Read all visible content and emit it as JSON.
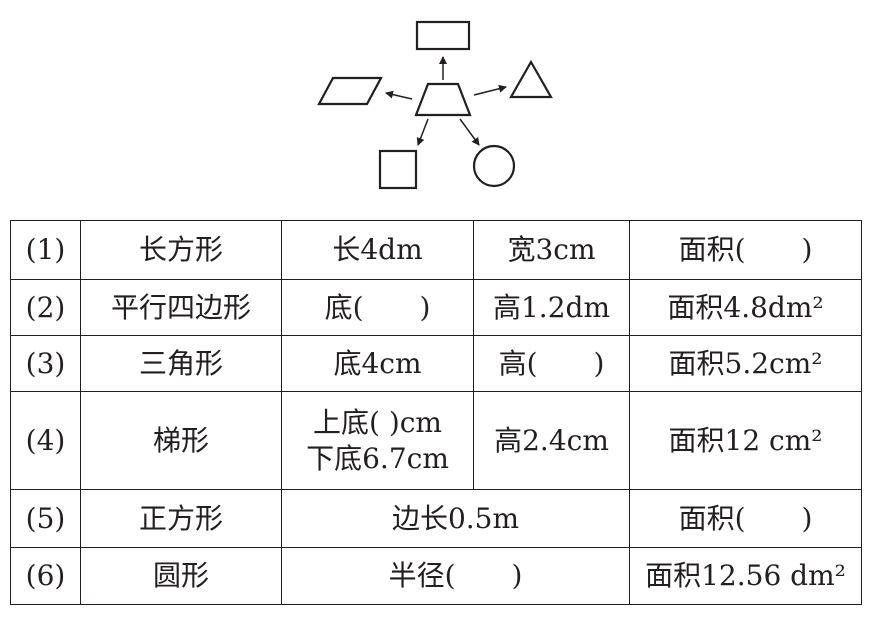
{
  "table": {
    "rows": [
      {
        "num": "(1)",
        "shape": "长方形",
        "a": "长4dm",
        "b": "宽3cm",
        "area": "面积(　　)"
      },
      {
        "num": "(2)",
        "shape": "平行四边形",
        "a": "底(　　)",
        "b": "高1.2dm",
        "area": "面积4.8dm²"
      },
      {
        "num": "(3)",
        "shape": "三角形",
        "a": "底4cm",
        "b": "高(　　)",
        "area": "面积5.2cm²"
      },
      {
        "num": "(4)",
        "shape": "梯形",
        "a_line1": "上底(  )cm",
        "a_line2": "下底6.7cm",
        "b": "高2.4cm",
        "area": "面积12 cm²"
      },
      {
        "num": "(5)",
        "shape": "正方形",
        "ab": "边长0.5m",
        "area": "面积(　　)"
      },
      {
        "num": "(6)",
        "shape": "圆形",
        "ab": "半径(　　)",
        "area": "面积12.56 dm²"
      }
    ]
  }
}
